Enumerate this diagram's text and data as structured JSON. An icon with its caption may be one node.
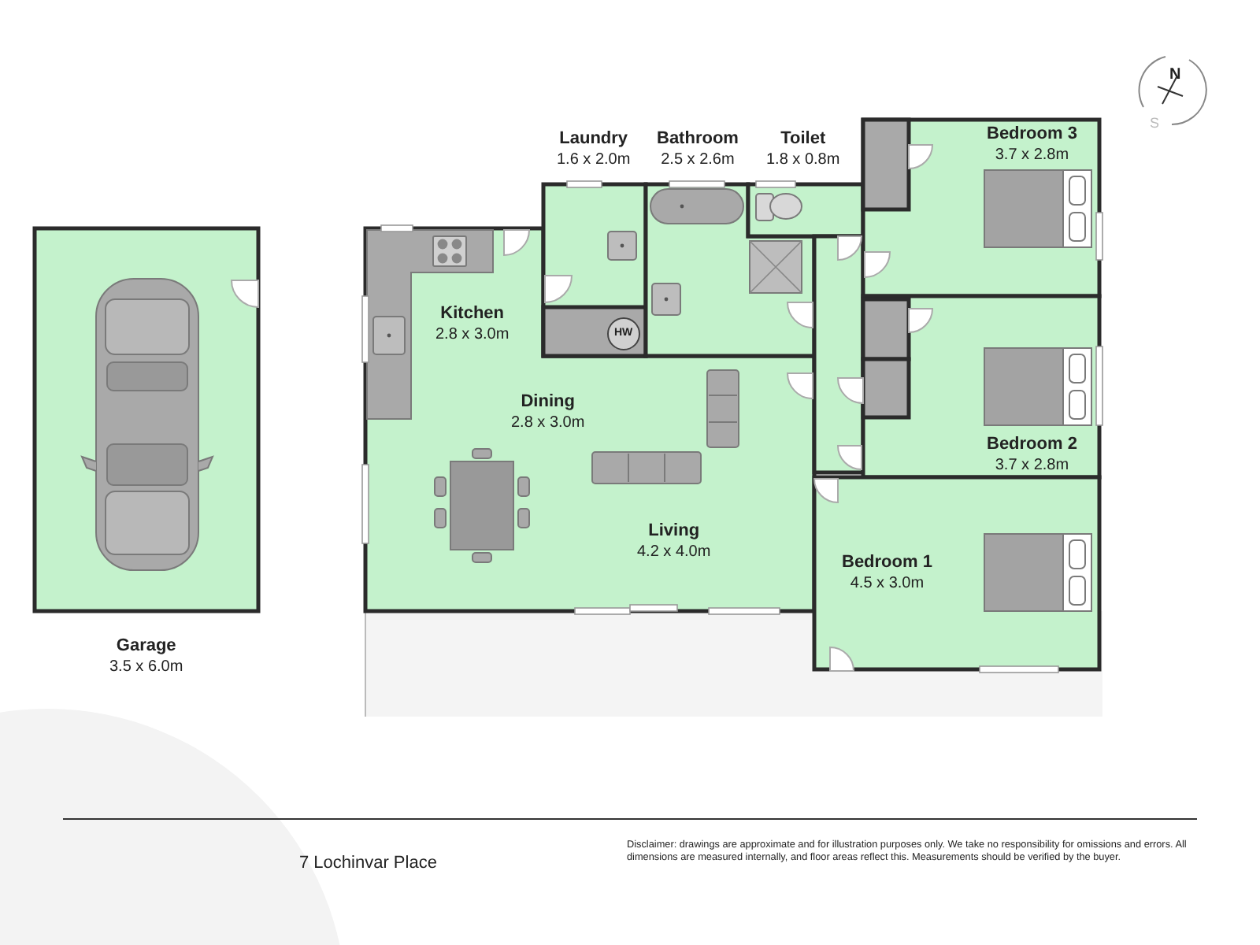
{
  "diagram": {
    "nodes": [
      {
        "text": [
          "Laundry",
          "1.6 x 2.0m"
        ]
      },
      {
        "text": [
          "Bathroom",
          "2.5 x 2.6m"
        ]
      },
      {
        "text": [
          "Toilet",
          "1.8 x 0.8m"
        ]
      },
      {
        "text": [
          "Bedroom 3",
          "3.7 x 2.8m"
        ]
      },
      {
        "text": [
          "Kitchen",
          "2.8 x 3.0m"
        ]
      },
      {
        "text": [
          "Dining",
          "2.8 x 3.0m"
        ]
      },
      {
        "text": [
          "Bedroom 2",
          "3.7 x 2.8m"
        ]
      },
      {
        "text": [
          "Living",
          "4.2 x 4.0m"
        ]
      },
      {
        "text": [
          "Bedroom 1",
          "4.5 x 3.0m"
        ]
      },
      {
        "text": [
          "Garage",
          "3.5 x 6.0m"
        ]
      }
    ],
    "labels": [
      "N",
      "S",
      "HW",
      "7 Lochinvar Place",
      "Disclaimer: drawings are approximate and for illustration purposes only. We take no responsibility for omissions and errors. All dimensions are measured internally, and floor areas reflect this. Measurements should be verified by the buyer."
    ]
  }
}
